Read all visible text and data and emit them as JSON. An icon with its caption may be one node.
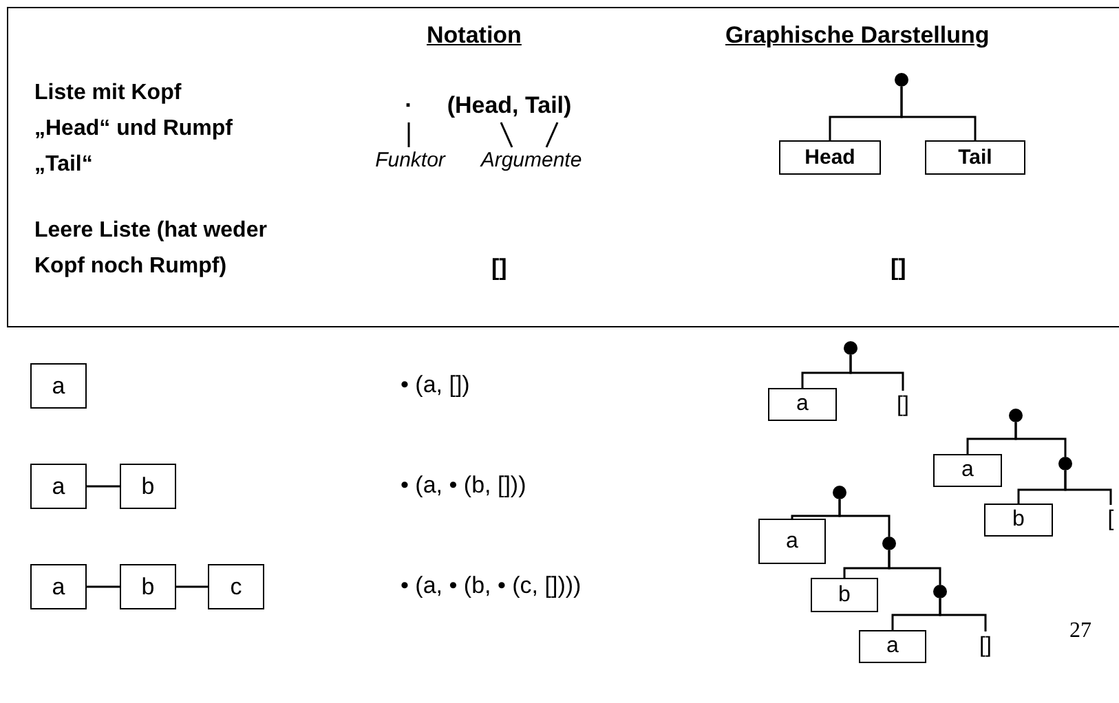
{
  "diagram": {
    "nodes": [
      {
        "text": [],
        "shape": "circle"
      },
      {
        "text": [
          "Head"
        ]
      },
      {
        "text": [
          "Tail"
        ]
      },
      {
        "text": [
          "·"
        ]
      },
      {
        "text": [
          "(Head, Tail)"
        ]
      },
      {
        "text": [
          "Funktor"
        ]
      },
      {
        "text": [
          "Argumente"
        ]
      },
      {
        "text": [
          "a"
        ]
      },
      {
        "text": [
          "a"
        ]
      },
      {
        "text": [
          "b"
        ]
      },
      {
        "text": [
          "a"
        ]
      },
      {
        "text": [
          "b"
        ]
      },
      {
        "text": [
          "c"
        ]
      },
      {
        "text": [],
        "shape": "circle"
      },
      {
        "text": [
          "a"
        ]
      },
      {
        "text": [
          "[]"
        ]
      },
      {
        "text": [],
        "shape": "circle"
      },
      {
        "text": [
          "a"
        ]
      },
      {
        "text": [],
        "shape": "circle"
      },
      {
        "text": [
          "b"
        ]
      },
      {
        "text": [
          "["
        ]
      },
      {
        "text": [],
        "shape": "circle"
      },
      {
        "text": [
          "a"
        ]
      },
      {
        "text": [],
        "shape": "circle"
      },
      {
        "text": [
          "b"
        ]
      },
      {
        "text": [],
        "shape": "circle"
      },
      {
        "text": [
          "a"
        ]
      },
      {
        "text": [
          "[]"
        ]
      }
    ],
    "edges": [
      {
        "from": 0,
        "to": 1,
        "arrow": "none"
      },
      {
        "from": 0,
        "to": 2,
        "arrow": "none"
      },
      {
        "from": 5,
        "to": 3,
        "arrow": "none"
      },
      {
        "from": 6,
        "to": 4,
        "arrow": "none"
      },
      {
        "from": 6,
        "to": 4,
        "arrow": "none"
      },
      {
        "from": 8,
        "to": 9,
        "arrow": "none"
      },
      {
        "from": 10,
        "to": 11,
        "arrow": "none"
      },
      {
        "from": 11,
        "to": 12,
        "arrow": "none"
      },
      {
        "from": 13,
        "to": 14,
        "arrow": "none"
      },
      {
        "from": 13,
        "to": 15,
        "arrow": "none"
      },
      {
        "from": 16,
        "to": 17,
        "arrow": "none"
      },
      {
        "from": 16,
        "to": 18,
        "arrow": "none"
      },
      {
        "from": 18,
        "to": 19,
        "arrow": "none"
      },
      {
        "from": 18,
        "to": 20,
        "arrow": "none"
      },
      {
        "from": 21,
        "to": 22,
        "arrow": "none"
      },
      {
        "from": 21,
        "to": 23,
        "arrow": "none"
      },
      {
        "from": 23,
        "to": 24,
        "arrow": "none"
      },
      {
        "from": 23,
        "to": 25,
        "arrow": "none"
      },
      {
        "from": 25,
        "to": 26,
        "arrow": "none"
      },
      {
        "from": 25,
        "to": 27,
        "arrow": "none"
      }
    ],
    "labels": [
      "Notation",
      "Graphische Darstellung",
      "Liste mit Kopf „Head“ und Rumpf „Tail“",
      "Leere Liste (hat weder Kopf noch Rumpf)",
      "[]",
      "[]",
      "• (a, [])",
      "• (a, • (b, []))",
      "• (a, • (b, • (c, [])))",
      "27"
    ]
  }
}
